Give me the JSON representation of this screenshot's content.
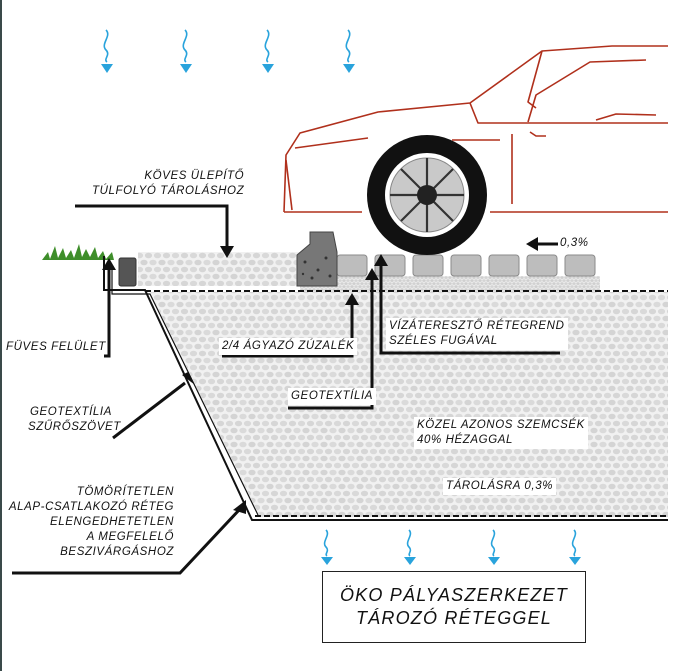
{
  "labels": {
    "koves_ulepito": [
      "KÖVES ÜLEPÍTŐ",
      "TÚLFOLYÓ TÁROLÁSHOZ"
    ],
    "slope_top": "0,3%",
    "fuves_felulet": "FÜVES FELÜLET",
    "agyazo_zuzalek": "2/4 ÁGYAZÓ ZÚZALÉK",
    "vizatereszto": [
      "VÍZÁTERESZTŐ RÉTEGREND",
      "SZÉLES FUGÁVAL"
    ],
    "geotextilia": "GEOTEXTÍLIA",
    "geotextilia_szuroszovet": [
      "GEOTEXTÍLIA",
      "SZŰRŐSZÖVET"
    ],
    "kozel_azonos": [
      "KÖZEL AZONOS SZEMCSÉK",
      "40% HÉZAGGAL"
    ],
    "tarolasra": "TÁROLÁSRA 0,3%",
    "tomoritetlen": [
      "TÖMÖRÍTETLEN",
      "ALAP-CSATLAKOZÓ RÉTEG",
      "ELENGEDHETETLEN",
      "A MEGFELELŐ",
      "BESZIVÁRGÁSHOZ"
    ]
  },
  "title": [
    "ÖKO PÁLYASZERKEZET",
    "TÁROZÓ RÉTEGGEL"
  ],
  "icons": {
    "rain": "rain-drop-icon",
    "infiltration": "infiltration-drop-icon",
    "grass": "grass-icon",
    "car": "car-icon"
  },
  "colors": {
    "water": "#29a3dc",
    "car_outline": "#b0301c",
    "grass": "#3e8e2a",
    "gravel_fill": "#e6e6e6",
    "paver": "#b9b9b9",
    "curb": "#6b6b6b"
  }
}
